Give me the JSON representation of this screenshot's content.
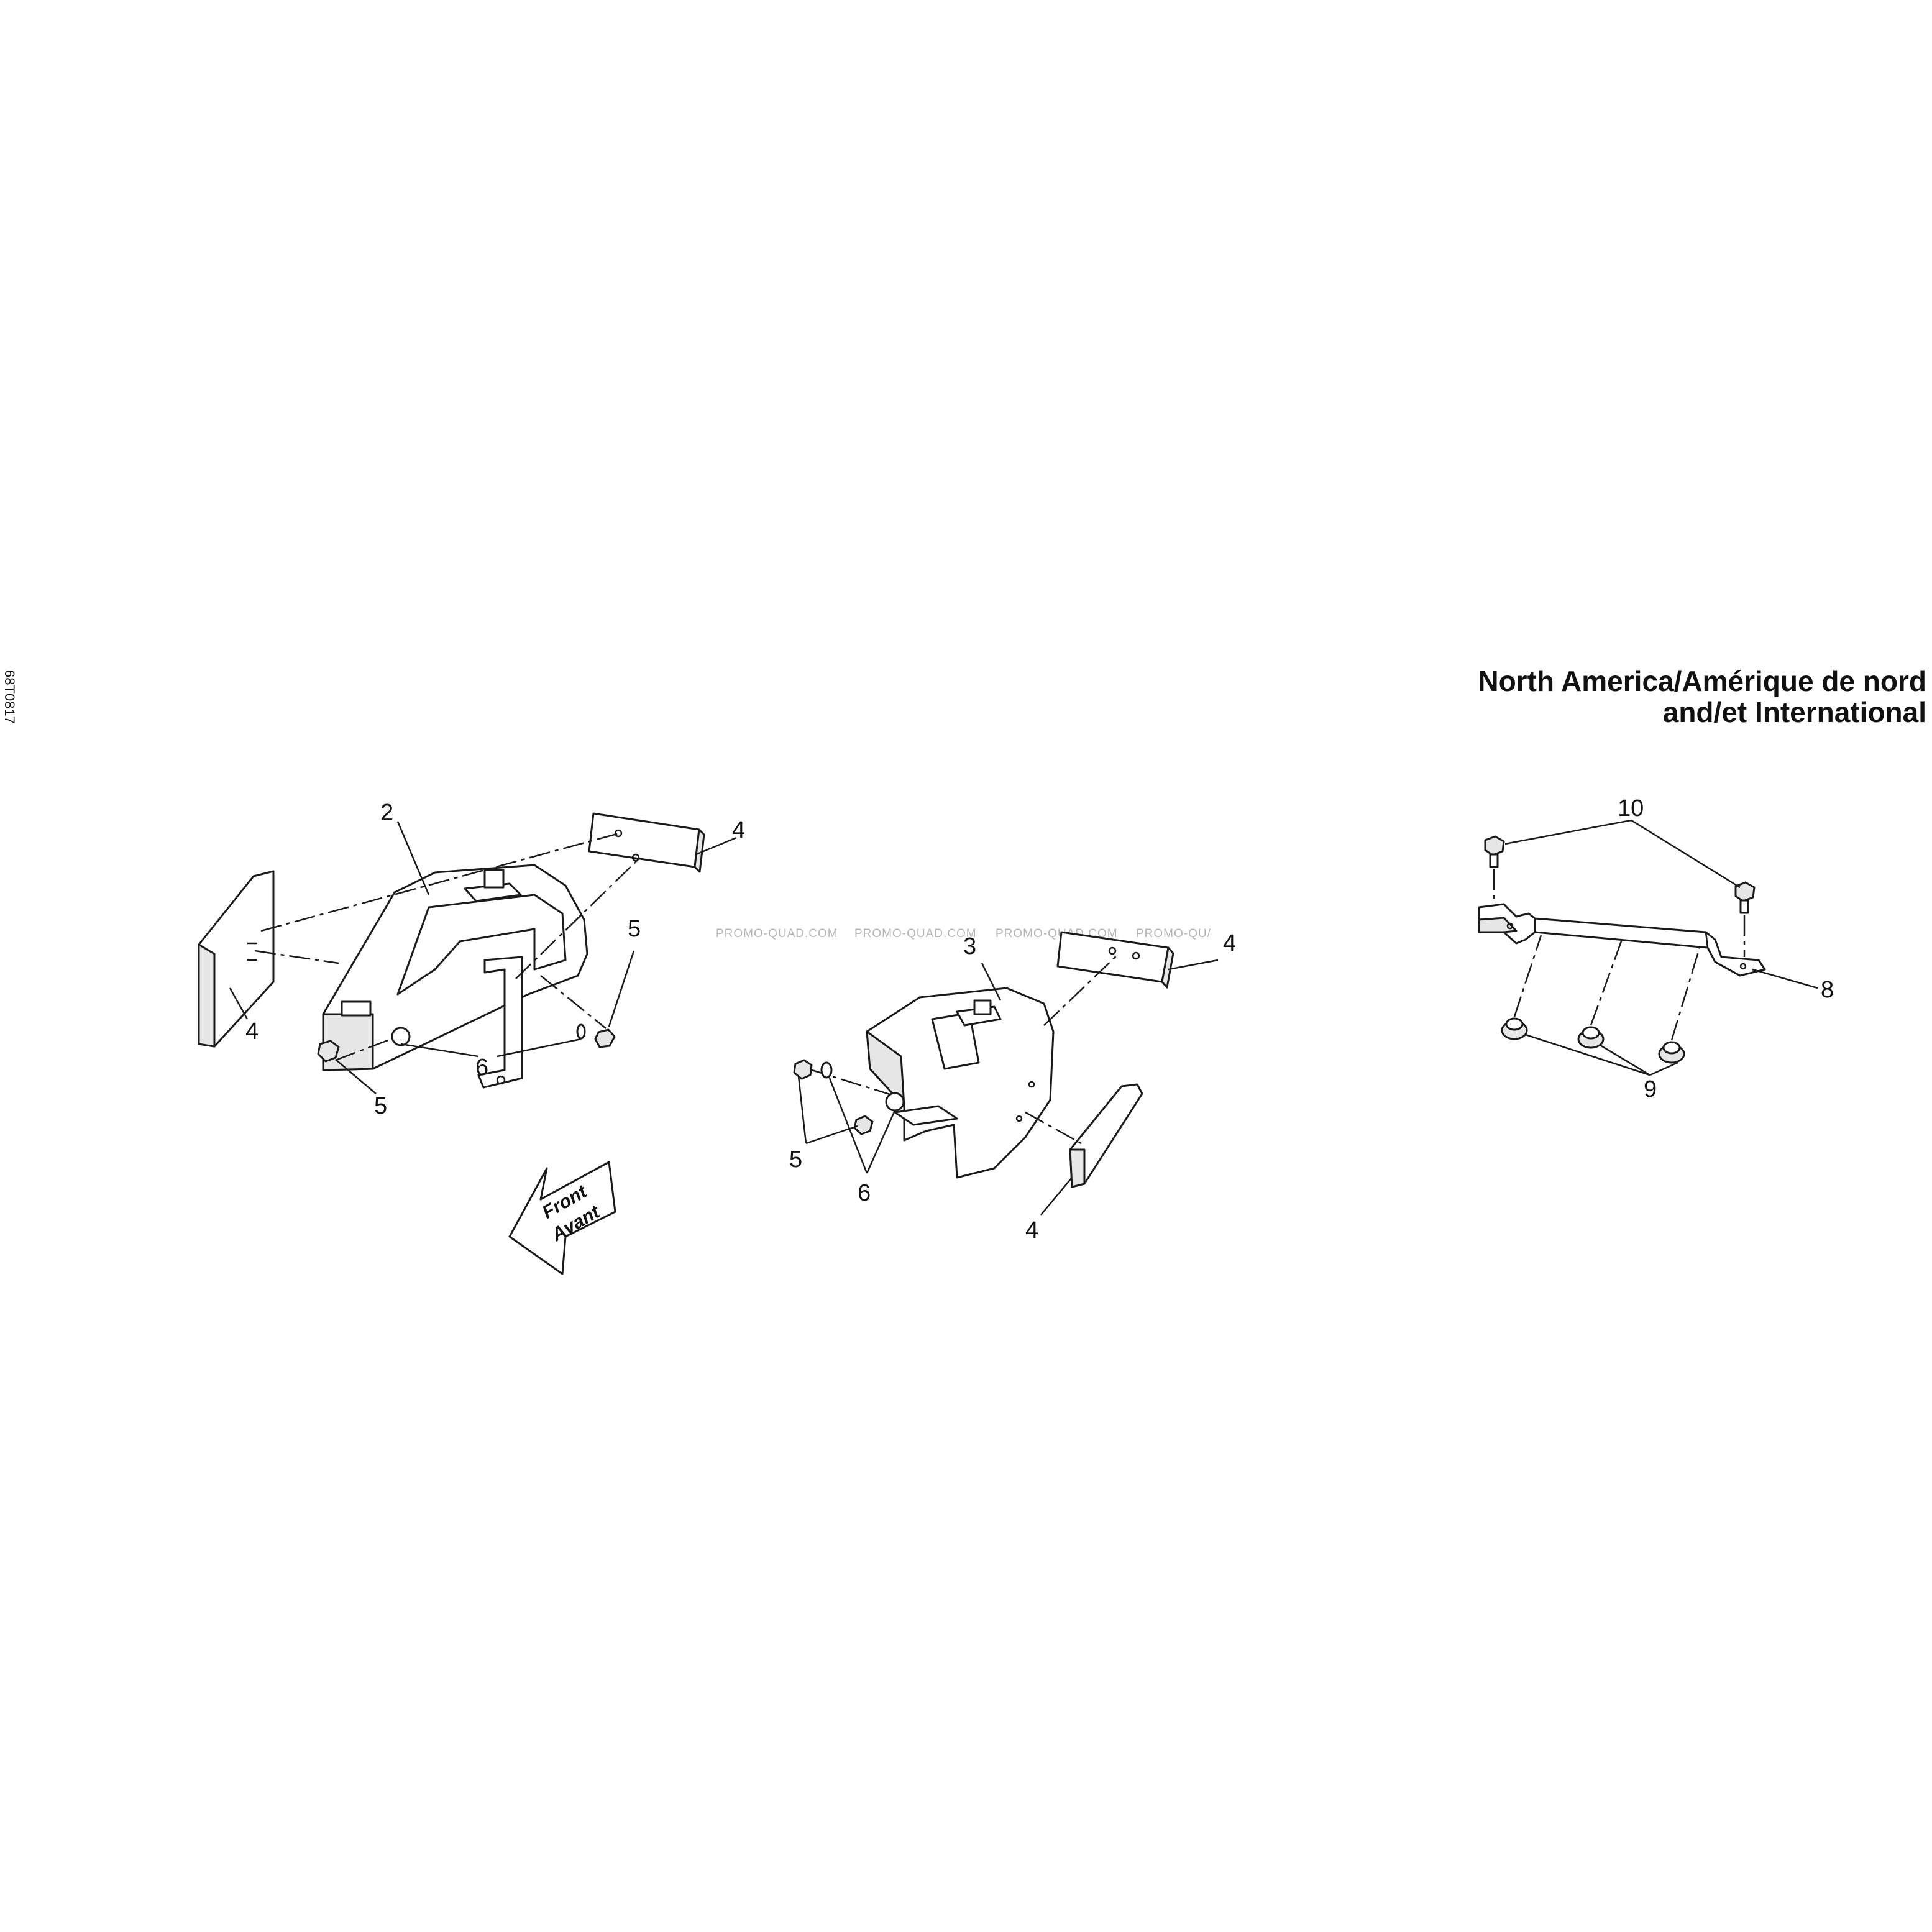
{
  "reference_code": "68T0817",
  "title": {
    "line1": "North America/Amérique de nord",
    "line2": "and/et International"
  },
  "direction_arrow": {
    "line1": "Front",
    "line2": "Avant"
  },
  "watermarks": [
    "PROMO-QUAD.COM",
    "PROMO-QUAD.COM",
    "PROMO-QUAD.COM",
    "PROMO-QU/"
  ],
  "callouts": {
    "left_2": "2",
    "left_4_top": "4",
    "left_4_bottom": "4",
    "left_5_right": "5",
    "left_5_bottom": "5",
    "left_6": "6",
    "mid_3": "3",
    "mid_4_top": "4",
    "mid_4_bottom": "4",
    "mid_5": "5",
    "mid_6": "6",
    "right_10": "10",
    "right_8": "8",
    "right_9": "9"
  }
}
